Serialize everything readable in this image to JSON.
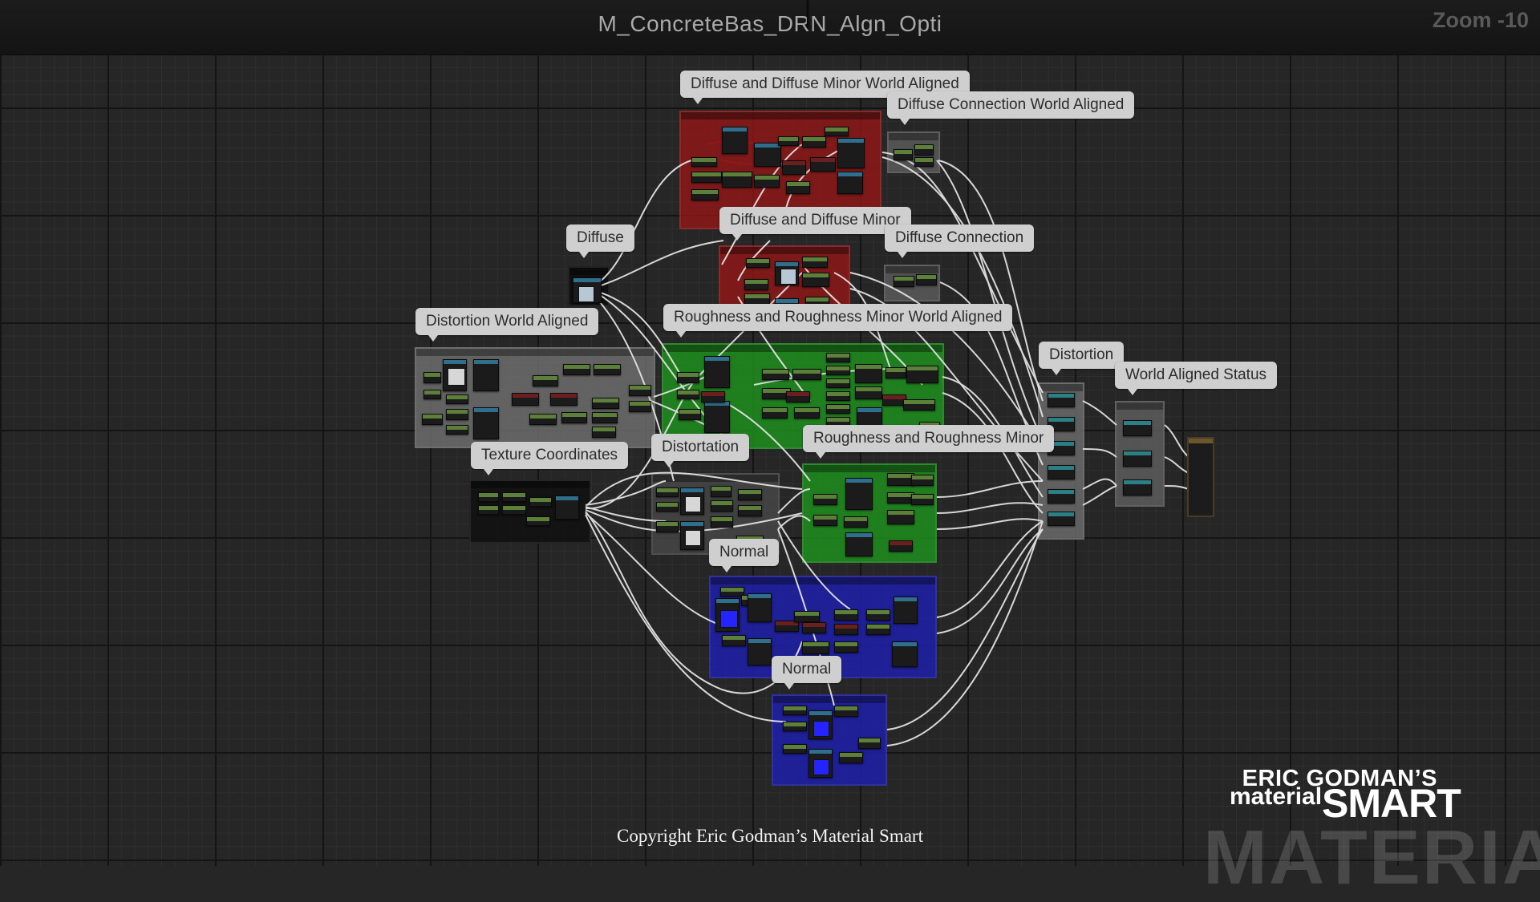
{
  "editor": {
    "material_name": "M_ConcreteBas_DRN_Algn_Opti",
    "zoom_label": "Zoom -10"
  },
  "comments": [
    {
      "id": "dd-world",
      "label": "Diffuse and Diffuse Minor World Aligned",
      "color": "#8c1c1c"
    },
    {
      "id": "dc-world",
      "label": "Diffuse Connection World Aligned",
      "color": "#555555"
    },
    {
      "id": "diffuse",
      "label": "Diffuse",
      "color": "#111111"
    },
    {
      "id": "dd-minor",
      "label": "Diffuse and Diffuse Minor",
      "color": "#8c1c1c"
    },
    {
      "id": "d-conn",
      "label": "Diffuse Connection",
      "color": "#555555"
    },
    {
      "id": "dist-world",
      "label": "Distortion World Aligned",
      "color": "#6a6a6a"
    },
    {
      "id": "rough-world",
      "label": "Roughness and Roughness Minor World Aligned",
      "color": "#1f8c1f"
    },
    {
      "id": "distortion",
      "label": "Distortion",
      "color": "#666666"
    },
    {
      "id": "wa-status",
      "label": "World Aligned Status",
      "color": "#5a5a5a"
    },
    {
      "id": "texcoords",
      "label": "Texture Coordinates",
      "color": "#121212"
    },
    {
      "id": "distortation",
      "label": "Distortation",
      "color": "#3f3f3f"
    },
    {
      "id": "rough",
      "label": "Roughness and Roughness Minor",
      "color": "#1f8c1f"
    },
    {
      "id": "normal-1",
      "label": "Normal",
      "color": "#1c1cb0"
    },
    {
      "id": "normal-2",
      "label": "Normal",
      "color": "#1c1cb0"
    }
  ],
  "footer": {
    "copyright": "Copyright Eric Godman’s Material Smart"
  },
  "logo": {
    "top": "ERIC GODMAN’S",
    "small": "material",
    "big": "SMART",
    "background": "MATERIAL"
  },
  "colors": {
    "graph_background": "#262626",
    "wire": "#e6e6e6",
    "comment_bubble": "#cfcfcf"
  }
}
